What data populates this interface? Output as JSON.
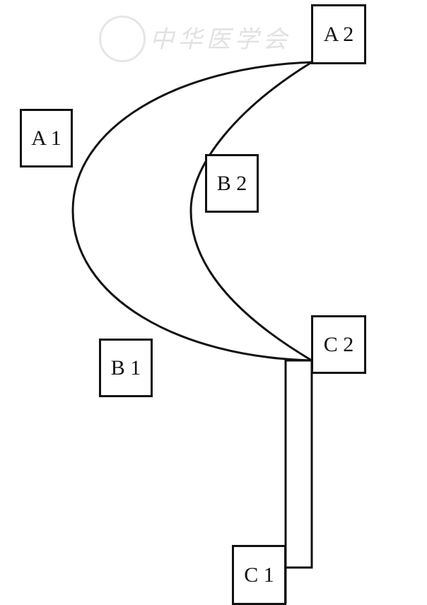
{
  "watermark": {
    "text": "中华医学会",
    "seal_icon": "society-seal"
  },
  "labels": {
    "a1": "A 1",
    "a2": "A 2",
    "b1": "B 1",
    "b2": "B 2",
    "c1": "C 1",
    "c2": "C 2"
  },
  "colors": {
    "line": "#111111",
    "background": "#ffffff"
  }
}
